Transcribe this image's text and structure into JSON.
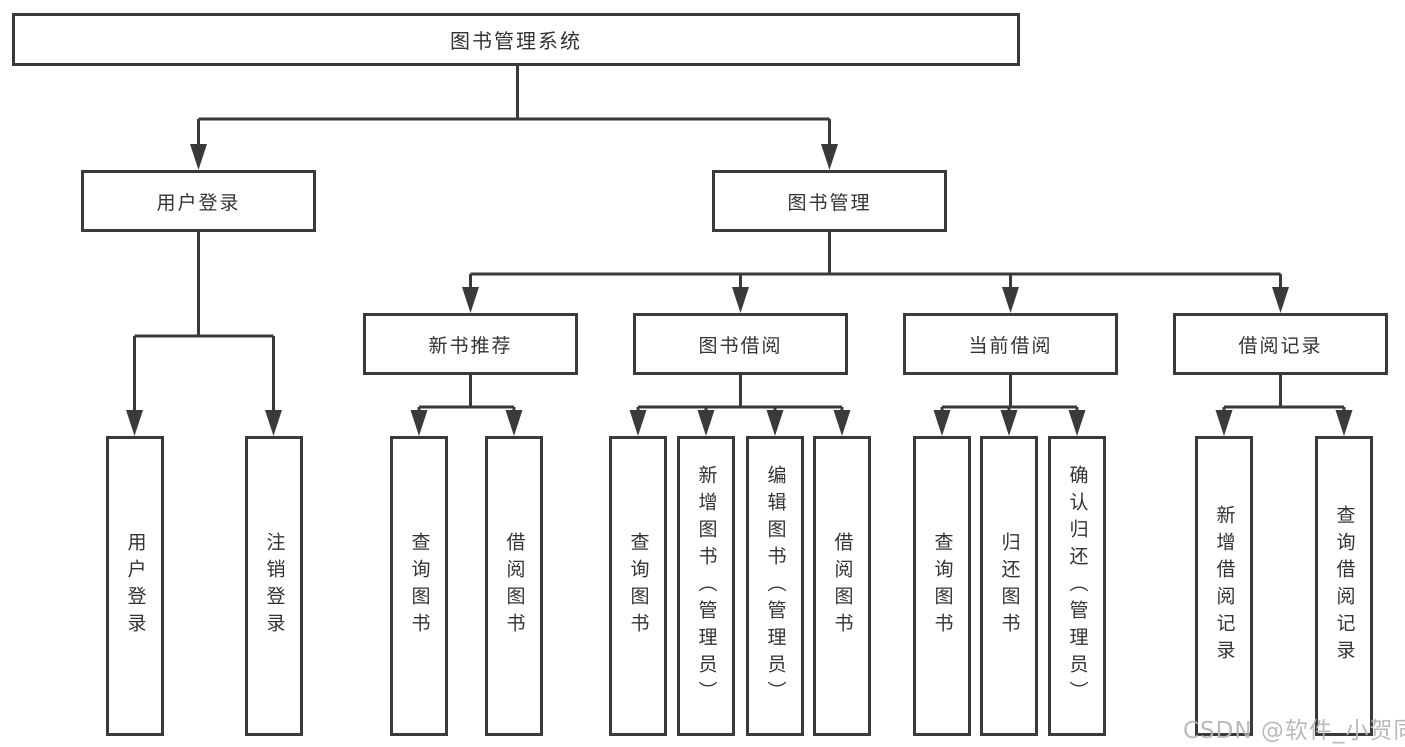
{
  "diagram_title": "图书管理系统",
  "tree": {
    "root": {
      "label": "图书管理系统"
    },
    "children": [
      {
        "label": "用户登录",
        "children": [
          {
            "label": "用户登录"
          },
          {
            "label": "注销登录"
          }
        ]
      },
      {
        "label": "图书管理",
        "children": [
          {
            "label": "新书推荐",
            "children": [
              {
                "label": "查询图书"
              },
              {
                "label": "借阅图书"
              }
            ]
          },
          {
            "label": "图书借阅",
            "children": [
              {
                "label": "查询图书"
              },
              {
                "label": "新增图书（管理员）"
              },
              {
                "label": "编辑图书（管理员）"
              },
              {
                "label": "借阅图书"
              }
            ]
          },
          {
            "label": "当前借阅",
            "children": [
              {
                "label": "查询图书"
              },
              {
                "label": "归还图书"
              },
              {
                "label": "确认归还（管理员）"
              }
            ]
          },
          {
            "label": "借阅记录",
            "children": [
              {
                "label": "新增借阅记录"
              },
              {
                "label": "查询借阅记录"
              }
            ]
          }
        ]
      }
    ]
  },
  "watermark": {
    "text": "CSDN @软件_小贺同学"
  },
  "colors": {
    "line": "#3a3a3a",
    "text": "#333333",
    "bg": "#ffffff",
    "watermark": "#b5b5b5"
  }
}
